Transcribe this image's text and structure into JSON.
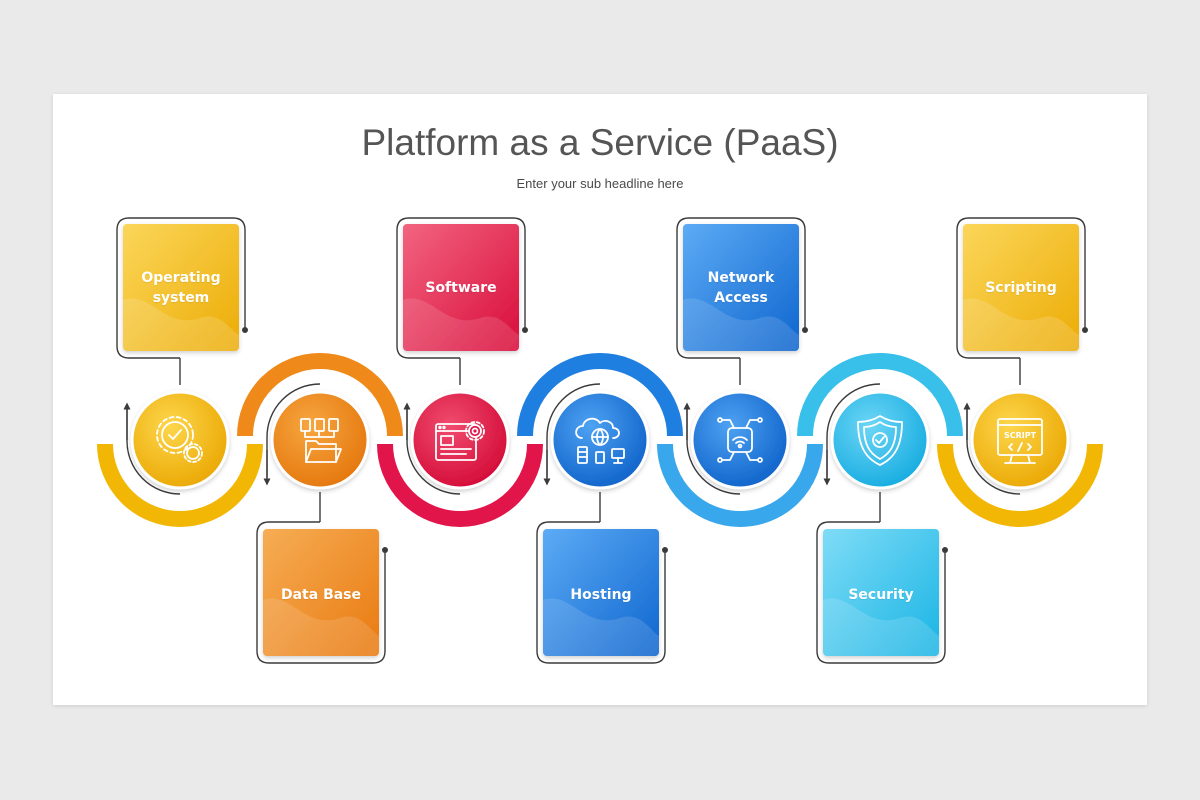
{
  "header": {
    "title": "Platform as a Service (PaaS)",
    "subtitle": "Enter your sub headline here"
  },
  "colors": {
    "yellow": "#f2b705",
    "orange": "#ef8a1a",
    "red": "#e2154a",
    "blue": "#1f7fe0",
    "lightblue": "#38c0ea",
    "line": "#3a3a3a",
    "background": "#ebeaeb"
  },
  "steps": [
    {
      "label": "Operating\nsystem",
      "icon": "gears-check-icon",
      "color": "yellow",
      "position": "top"
    },
    {
      "label": "Data Base",
      "icon": "folder-database-icon",
      "color": "orange",
      "position": "bottom"
    },
    {
      "label": "Software",
      "icon": "browser-gear-icon",
      "color": "red",
      "position": "top"
    },
    {
      "label": "Hosting",
      "icon": "cloud-server-icon",
      "color": "blue",
      "position": "bottom"
    },
    {
      "label": "Network\nAccess",
      "icon": "wifi-circuit-icon",
      "color": "blue",
      "position": "top"
    },
    {
      "label": "Security",
      "icon": "shield-check-icon",
      "color": "lightblue",
      "position": "bottom"
    },
    {
      "label": "Scripting",
      "icon": "script-monitor-icon",
      "color": "yellow",
      "position": "top"
    }
  ]
}
